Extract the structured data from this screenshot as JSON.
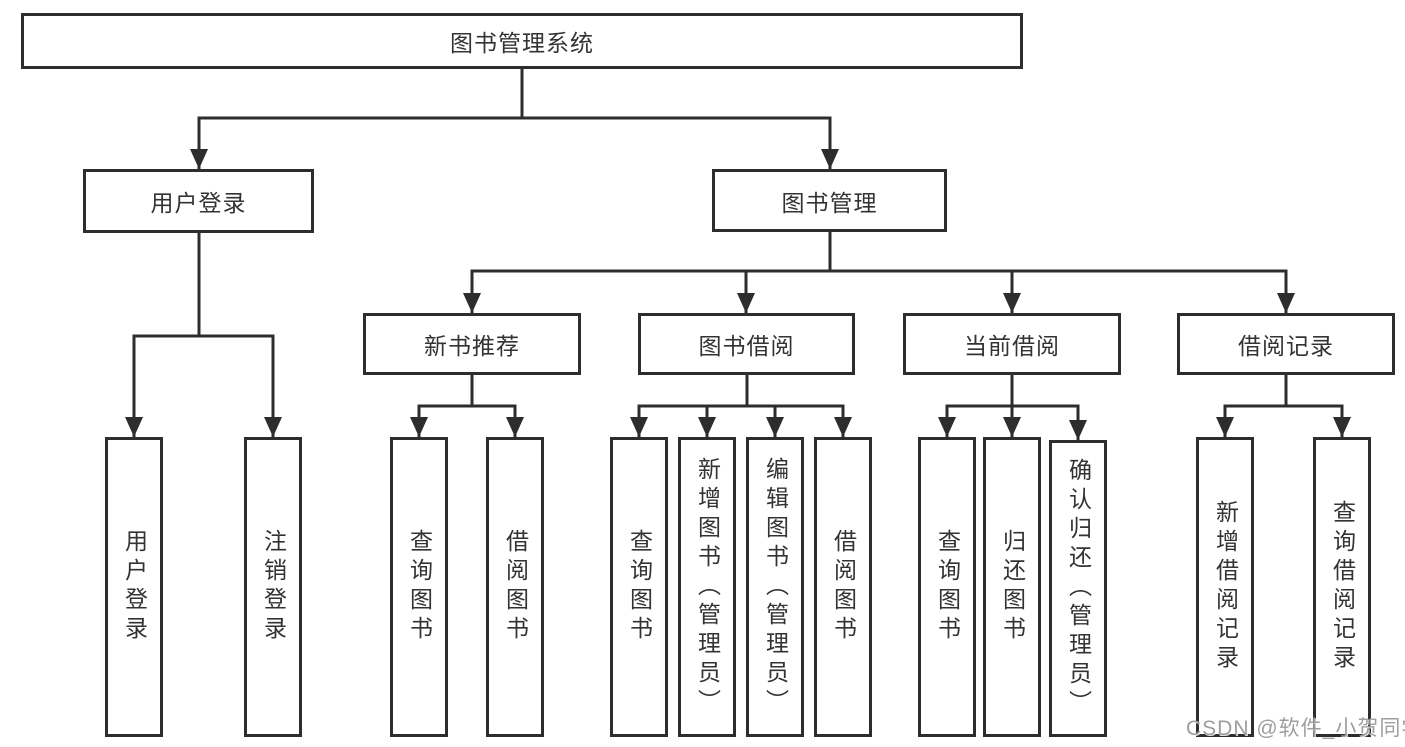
{
  "diagram": {
    "root": {
      "label": "图书管理系统"
    },
    "branches": [
      {
        "label": "用户登录",
        "children": [
          {
            "label": "用户登录"
          },
          {
            "label": "注销登录"
          }
        ]
      },
      {
        "label": "图书管理",
        "sections": [
          {
            "label": "新书推荐",
            "children": [
              {
                "label": "查询图书"
              },
              {
                "label": "借阅图书"
              }
            ]
          },
          {
            "label": "图书借阅",
            "children": [
              {
                "label": "查询图书"
              },
              {
                "label": "新增图书（管理员）"
              },
              {
                "label": "编辑图书（管理员）"
              },
              {
                "label": "借阅图书"
              }
            ]
          },
          {
            "label": "当前借阅",
            "children": [
              {
                "label": "查询图书"
              },
              {
                "label": "归还图书"
              },
              {
                "label": "确认归还（管理员）"
              }
            ]
          },
          {
            "label": "借阅记录",
            "children": [
              {
                "label": "新增借阅记录"
              },
              {
                "label": "查询借阅记录"
              }
            ]
          }
        ]
      }
    ]
  },
  "watermark": "CSDN @软件_小贺同学",
  "colors": {
    "line": "#2d2d2d",
    "text": "#333333",
    "background": "#ffffff",
    "watermark": "#9e9e9e"
  }
}
